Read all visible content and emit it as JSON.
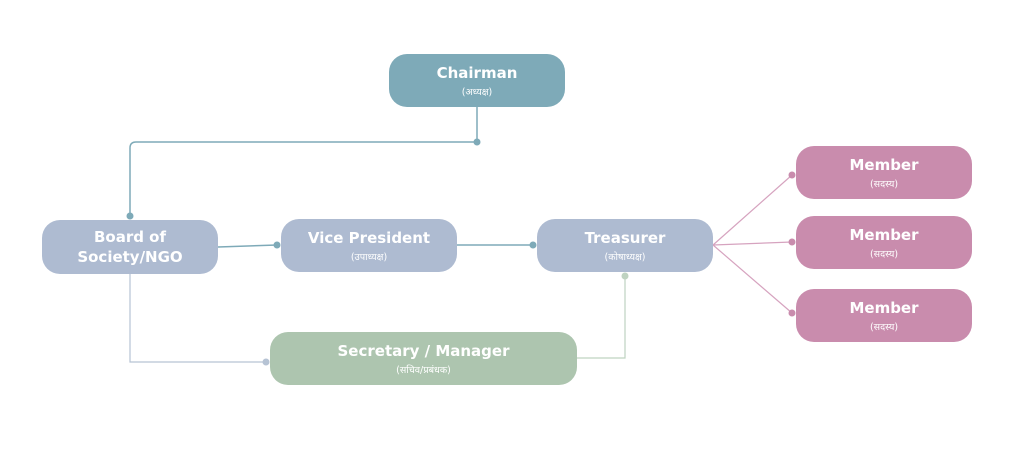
{
  "colors": {
    "chairman": "#7eaab8",
    "board": "#aebbd1",
    "secretary": "#adc5af",
    "member": "#c98cad",
    "wire_blue": "#7eaab8",
    "wire_grey": "#b6c3d4",
    "wire_green": "#bfd3c1",
    "wire_pink": "#d6a3bf"
  },
  "nodes": {
    "chairman": {
      "title": "Chairman",
      "subtitle": "(अध्यक्ष)"
    },
    "board": {
      "title_line1": "Board of",
      "title_line2": "Society/NGO"
    },
    "vice_president": {
      "title": "Vice President",
      "subtitle": "(उपाध्यक्ष)"
    },
    "treasurer": {
      "title": "Treasurer",
      "subtitle": "(कोषाध्यक्ष)"
    },
    "secretary": {
      "title": "Secretary / Manager",
      "subtitle": "(सचिव/प्रबंधक)"
    },
    "members": [
      {
        "title": "Member",
        "subtitle": "(सदस्य)"
      },
      {
        "title": "Member",
        "subtitle": "(सदस्य)"
      },
      {
        "title": "Member",
        "subtitle": "(सदस्य)"
      }
    ]
  }
}
